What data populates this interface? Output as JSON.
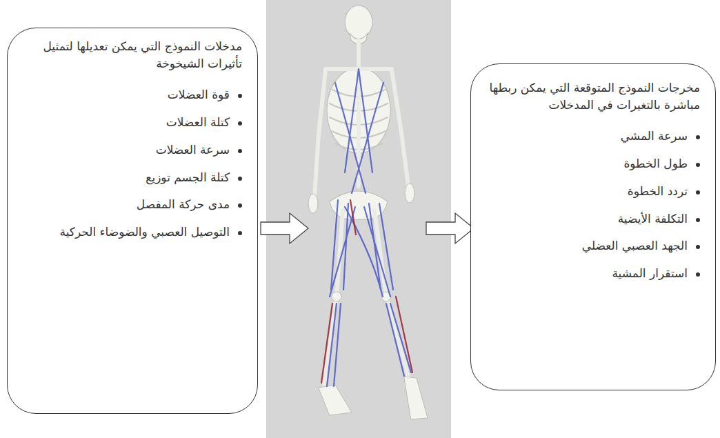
{
  "diagram": {
    "nodes": [
      {
        "text": [
          "مدخلات النموذج التي يمكن تعديلها لتمثيل تأثيرات الشيخوخة",
          "قوة العضلات",
          "كتلة العضلات",
          "سرعة العضلات",
          "كتلة الجسم توزيع",
          "مدى حركة المفصل",
          "التوصيل العصبي والضوضاء الحركية"
        ]
      },
      {
        "text": [
          "مخرجات النموذج المتوقعة التي يمكن ربطها مباشرة بالتغيرات في المدخلات",
          "سرعة المشي",
          "طول الخطوة",
          "تردد الخطوة",
          "التكلفة الأيضية",
          "الجهد العصبي العضلي",
          "استقرار المشية"
        ]
      }
    ]
  }
}
